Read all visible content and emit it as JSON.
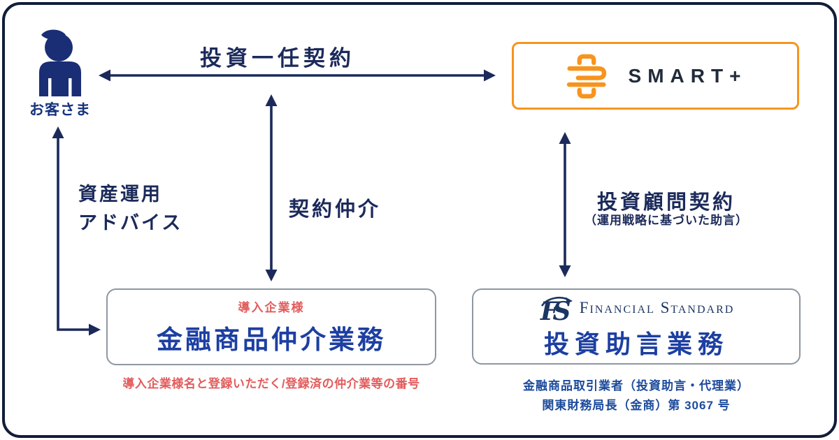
{
  "colors": {
    "frame_border": "#121d38",
    "navy": "#1b2a5a",
    "title_blue": "#1d3fa2",
    "caption_blue": "#1b4a9b",
    "red": "#e25c5c",
    "orange": "#f7941e",
    "box_border_gray": "#8e98a2",
    "fs_navy": "#1c3663"
  },
  "customer": {
    "label": "お客さま",
    "icon": "person-icon"
  },
  "contracts": {
    "discretionary": {
      "label": "投資一任契約"
    },
    "brokerage": {
      "label": "契約仲介"
    },
    "advice": {
      "line1": "資産運用",
      "line2": "アドバイス"
    },
    "advisory": {
      "label": "投資顧問契約",
      "sublabel": "（運用戦略に基づいた助言）"
    }
  },
  "smart_box": {
    "brand": "SMART+",
    "logo": "smart-s-icon"
  },
  "intermediary_box": {
    "tag": "導入企業様",
    "title": "金融商品仲介業務",
    "caption": "導入企業様名と登録いただく/登録済の仲介業等の番号"
  },
  "advisory_box": {
    "monogram": "FS",
    "brand": "Financial Standard",
    "title": "投資助言業務",
    "caption_line1": "金融商品取引業者（投資助言・代理業）",
    "caption_line2": "関東財務局長（金商）第 3067 号"
  }
}
